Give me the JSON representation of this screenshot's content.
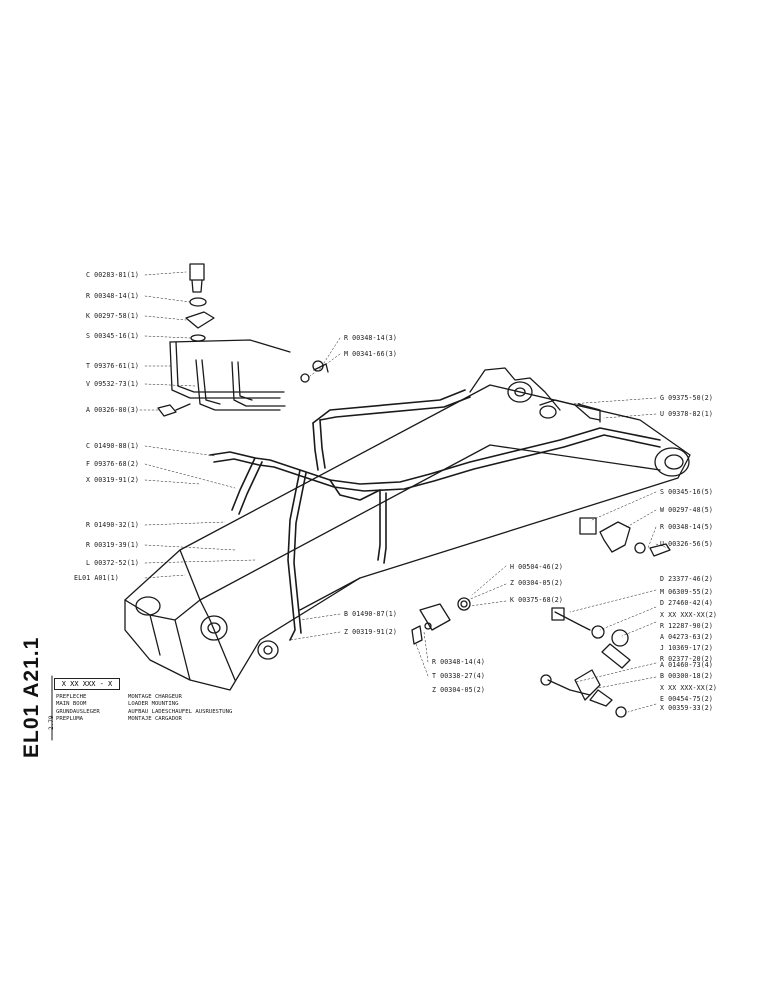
{
  "document_code": "EL01 A21.1",
  "page_ref": "2.79",
  "ref_box": "X XX XXX - X",
  "title_left": [
    "PREFLECHE",
    "MAIN BOOM",
    "GRUNDAUSLEGER",
    "PREPLUMA"
  ],
  "title_right": [
    "MONTAGE CHARGEUR",
    "LOADER MOUNTING",
    "AUFBAU LADESCHAUFEL AUSRUESTUNG",
    "MONTAJE CARGADOR"
  ],
  "labels_left": [
    "C 00283-81(1)",
    "R 00348-14(1)",
    "K 00297-58(1)",
    "S 00345-16(1)",
    "T 09376-61(1)",
    "V 09532-73(1)",
    "A 00326-80(3)",
    "C 01490-88(1)",
    "F 09376-68(2)",
    "X 00319-91(2)",
    "R 01490-32(1)",
    "R 00319-39(1)",
    "L 00372-52(1)",
    "EL01 A01(1)"
  ],
  "labels_center": [
    "R 00348-14(3)",
    "M 00341-66(3)",
    "H 00504-46(2)",
    "Z 00304-05(2)",
    "K 00375-68(2)",
    "B 01490-87(1)",
    "Z 00319-91(2)",
    "R 00348-14(4)",
    "T 00338-27(4)",
    "Z 00304-05(2)"
  ],
  "labels_right": [
    "G 09375-50(2)",
    "U 09378-82(1)",
    "S 00345-16(5)",
    "W 00297-48(5)",
    "R 00348-14(5)",
    "U 00326-56(5)",
    "D 23377-46(2)",
    "M 06309-55(2)",
    "D 27460-42(4)",
    "X XX XXX-XX(2)",
    "R 12287-90(2)",
    "A 04273-63(2)",
    "J 10369-17(2)",
    "R 02377-20(2)",
    "A 01460-73(4)",
    "B 00300-18(2)",
    "X XX XXX-XX(2)",
    "E 00454-75(2)",
    "X 00359-33(2)"
  ]
}
